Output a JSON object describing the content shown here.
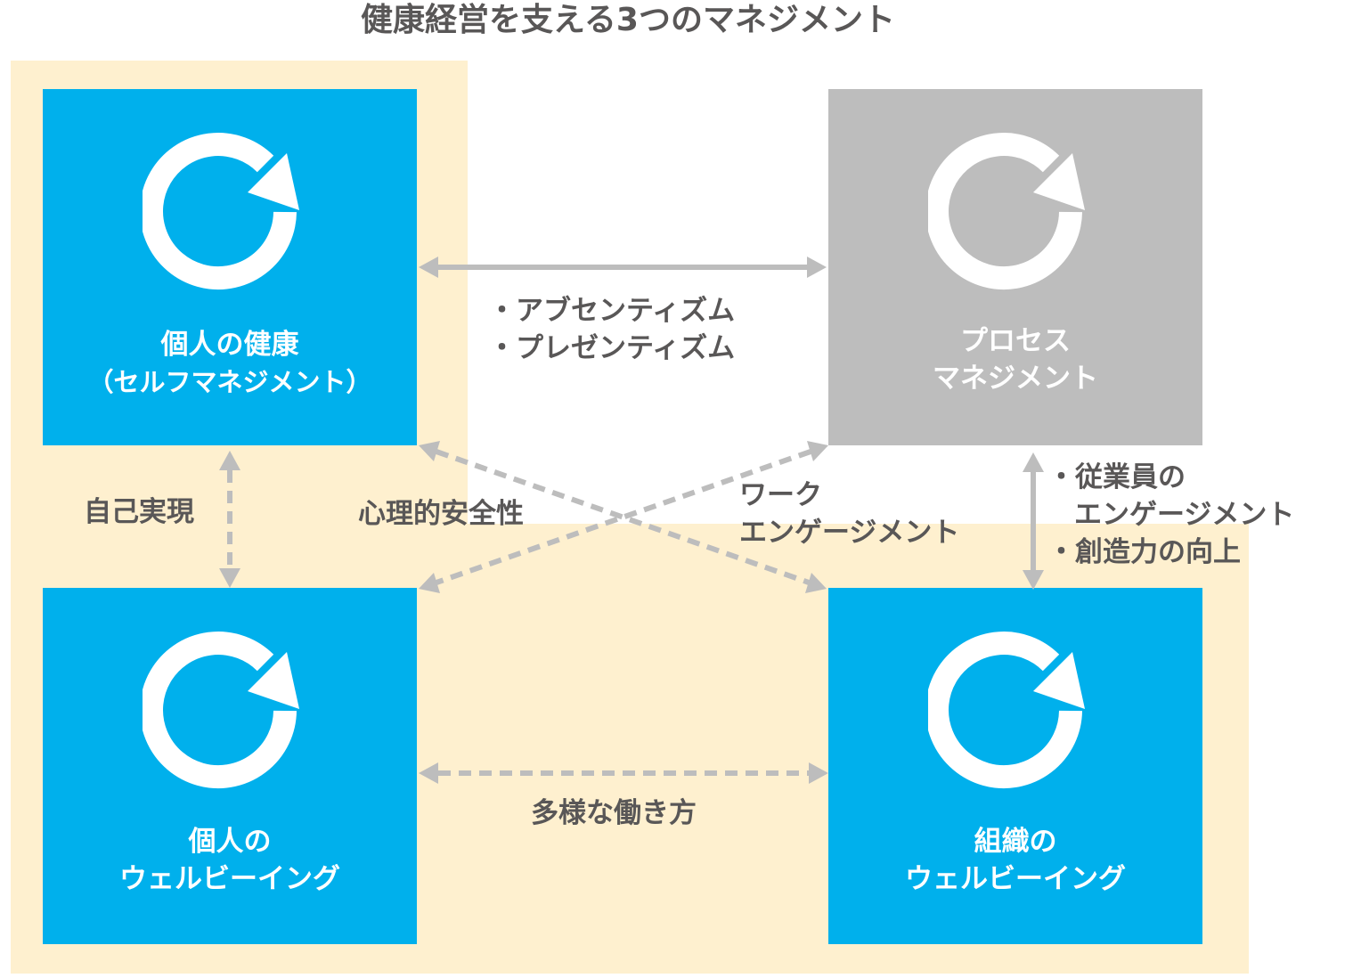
{
  "title": "健康経営を支える3つのマネジメント",
  "colors": {
    "blue": "#00b0ec",
    "gray": "#bdbdbd",
    "cream": "#fef0cf",
    "arrow": "#bdbdbd",
    "text": "#595757"
  },
  "boxes": {
    "top_left": {
      "line1": "個人の健康",
      "line2": "（セルフマネジメント）",
      "icon": "cycle-arrow-icon"
    },
    "top_right": {
      "line1": "プロセス",
      "line2": "マネジメント",
      "icon": "cycle-arrow-icon"
    },
    "bottom_left": {
      "line1": "個人の",
      "line2": "ウェルビーイング",
      "icon": "cycle-arrow-icon"
    },
    "bottom_right": {
      "line1": "組織の",
      "line2": "ウェルビーイング",
      "icon": "cycle-arrow-icon"
    }
  },
  "relations": {
    "top": {
      "line1": "・アブセンティズム",
      "line2": "・プレゼンティズム"
    },
    "left": "自己実現",
    "diagonal_a": "心理的安全性",
    "diagonal_b": {
      "line1": "ワーク",
      "line2": "エンゲージメント"
    },
    "right": {
      "line1": "・従業員の",
      "line2": "エンゲージメント",
      "line3": "・創造力の向上"
    },
    "bottom": "多様な働き方"
  }
}
